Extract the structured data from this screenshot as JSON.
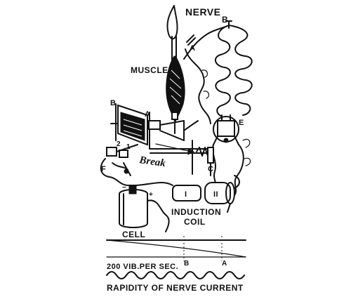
{
  "labels": {
    "nerve": "NERVE",
    "muscle": "MUSCLE",
    "b_top": "B",
    "a_nerve": "A",
    "b_drum": "B",
    "a_drum": "A",
    "e": "E",
    "c": "C",
    "f": "F",
    "num2": "2",
    "num1": "1",
    "break": "Break",
    "coil_one": "I",
    "coil_two": "II",
    "induction_line1": "INDUCTION",
    "induction_line2": "COIL",
    "cell": "CELL",
    "plus": "+",
    "minus": "−",
    "vib": "200 VIB.PER SEC.",
    "b_trace": "B",
    "a_trace": "A",
    "rapidity": "RAPIDITY OF NERVE CURRENT"
  },
  "colors": {
    "ink": "#111111",
    "paper": "#ffffff"
  }
}
